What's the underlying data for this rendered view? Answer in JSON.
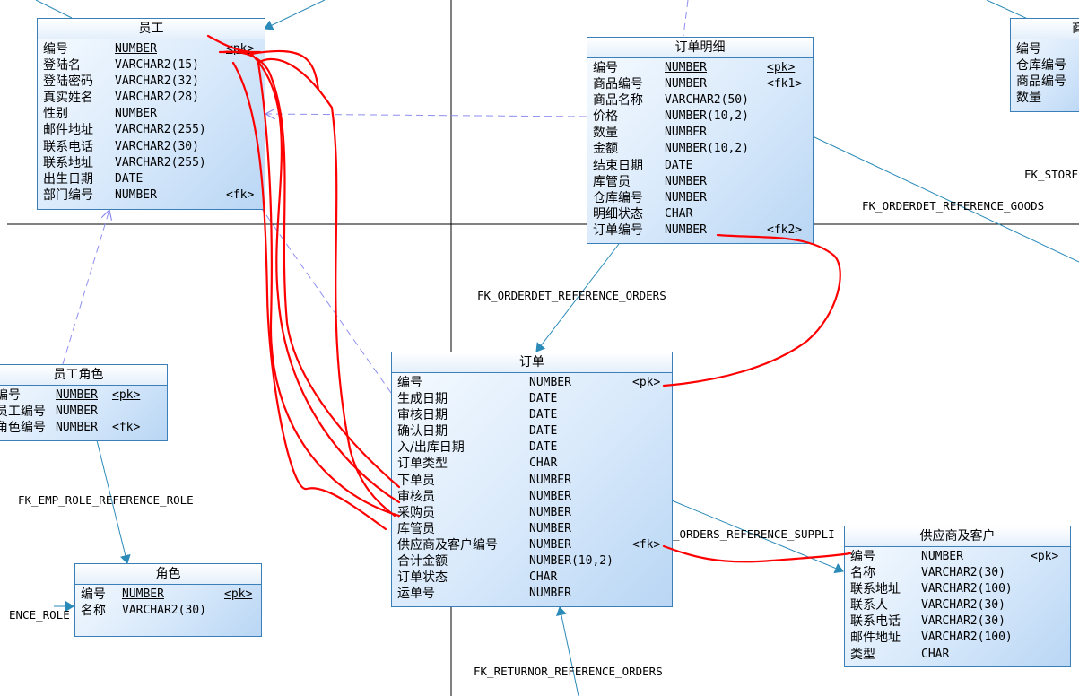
{
  "colors": {
    "entity_border": "#3a7fb8",
    "relation_line": "#2a8ab8",
    "dashed_line": "#8e8ef0",
    "annotation": "#ff0000"
  },
  "entities": {
    "employee": {
      "title": "员工",
      "rows": [
        {
          "name": "编号",
          "type": "NUMBER",
          "key": "<pk>",
          "pk": true
        },
        {
          "name": "登陆名",
          "type": "VARCHAR2(15)",
          "key": ""
        },
        {
          "name": "登陆密码",
          "type": "VARCHAR2(32)",
          "key": ""
        },
        {
          "name": "真实姓名",
          "type": "VARCHAR2(28)",
          "key": ""
        },
        {
          "name": "性别",
          "type": "NUMBER",
          "key": ""
        },
        {
          "name": "邮件地址",
          "type": "VARCHAR2(255)",
          "key": ""
        },
        {
          "name": "联系电话",
          "type": "VARCHAR2(30)",
          "key": ""
        },
        {
          "name": "联系地址",
          "type": "VARCHAR2(255)",
          "key": ""
        },
        {
          "name": "出生日期",
          "type": "DATE",
          "key": ""
        },
        {
          "name": "部门编号",
          "type": "NUMBER",
          "key": "<fk>"
        }
      ]
    },
    "order_detail": {
      "title": "订单明细",
      "rows": [
        {
          "name": "编号",
          "type": "NUMBER",
          "key": "<pk>",
          "pk": true
        },
        {
          "name": "商品编号",
          "type": "NUMBER",
          "key": "<fk1>"
        },
        {
          "name": "商品名称",
          "type": "VARCHAR2(50)",
          "key": ""
        },
        {
          "name": "价格",
          "type": "NUMBER(10,2)",
          "key": ""
        },
        {
          "name": "数量",
          "type": "NUMBER",
          "key": ""
        },
        {
          "name": "金额",
          "type": "NUMBER(10,2)",
          "key": ""
        },
        {
          "name": "结束日期",
          "type": "DATE",
          "key": ""
        },
        {
          "name": "库管员",
          "type": "NUMBER",
          "key": ""
        },
        {
          "name": "仓库编号",
          "type": "NUMBER",
          "key": ""
        },
        {
          "name": "明细状态",
          "type": "CHAR",
          "key": ""
        },
        {
          "name": "订单编号",
          "type": "NUMBER",
          "key": "<fk2>"
        }
      ]
    },
    "store_partial": {
      "title": "商",
      "rows": [
        {
          "name": "编号",
          "type": "",
          "key": ""
        },
        {
          "name": "仓库编号",
          "type": "",
          "key": ""
        },
        {
          "name": "商品编号",
          "type": "",
          "key": ""
        },
        {
          "name": "数量",
          "type": "",
          "key": ""
        }
      ]
    },
    "emp_role": {
      "title": "员工角色",
      "rows": [
        {
          "name": "编号",
          "type": "NUMBER",
          "key": "<pk>",
          "pk": true
        },
        {
          "name": "员工编号",
          "type": "NUMBER",
          "key": ""
        },
        {
          "name": "角色编号",
          "type": "NUMBER",
          "key": "<fk>"
        }
      ]
    },
    "role": {
      "title": "角色",
      "rows": [
        {
          "name": "编号",
          "type": "NUMBER",
          "key": "<pk>",
          "pk": true
        },
        {
          "name": "名称",
          "type": "VARCHAR2(30)",
          "key": ""
        }
      ]
    },
    "orders": {
      "title": "订单",
      "rows": [
        {
          "name": "编号",
          "type": "NUMBER",
          "key": "<pk>",
          "pk": true
        },
        {
          "name": "生成日期",
          "type": "DATE",
          "key": ""
        },
        {
          "name": "审核日期",
          "type": "DATE",
          "key": ""
        },
        {
          "name": "确认日期",
          "type": "DATE",
          "key": ""
        },
        {
          "name": "入/出库日期",
          "type": "DATE",
          "key": ""
        },
        {
          "name": "订单类型",
          "type": "CHAR",
          "key": ""
        },
        {
          "name": "下单员",
          "type": "NUMBER",
          "key": ""
        },
        {
          "name": "审核员",
          "type": "NUMBER",
          "key": ""
        },
        {
          "name": "采购员",
          "type": "NUMBER",
          "key": ""
        },
        {
          "name": "库管员",
          "type": "NUMBER",
          "key": ""
        },
        {
          "name": "供应商及客户编号",
          "type": "NUMBER",
          "key": "<fk>"
        },
        {
          "name": "合计金额",
          "type": "NUMBER(10,2)",
          "key": ""
        },
        {
          "name": "订单状态",
          "type": "CHAR",
          "key": ""
        },
        {
          "name": "运单号",
          "type": "NUMBER",
          "key": ""
        }
      ]
    },
    "supplier": {
      "title": "供应商及客户",
      "rows": [
        {
          "name": "编号",
          "type": "NUMBER",
          "key": "<pk>",
          "pk": true
        },
        {
          "name": "名称",
          "type": "VARCHAR2(30)",
          "key": ""
        },
        {
          "name": "联系地址",
          "type": "VARCHAR2(100)",
          "key": ""
        },
        {
          "name": "联系人",
          "type": "VARCHAR2(30)",
          "key": ""
        },
        {
          "name": "联系电话",
          "type": "VARCHAR2(30)",
          "key": ""
        },
        {
          "name": "邮件地址",
          "type": "VARCHAR2(100)",
          "key": ""
        },
        {
          "name": "类型",
          "type": "CHAR",
          "key": ""
        }
      ]
    }
  },
  "labels": {
    "fk_store": "FK_STORE",
    "fk_orderdet_goods": "FK_ORDERDET_REFERENCE_GOODS",
    "fk_orderdet_orders": "FK_ORDERDET_REFERENCE_ORDERS",
    "fk_emp_role_role": "FK_EMP_ROLE_REFERENCE_ROLE",
    "fk_orders_suppli": "_ORDERS_REFERENCE_SUPPLI",
    "fk_returnor_orders": "FK_RETURNOR_REFERENCE_ORDERS",
    "fk_ence_role": "ENCE_ROLE"
  }
}
